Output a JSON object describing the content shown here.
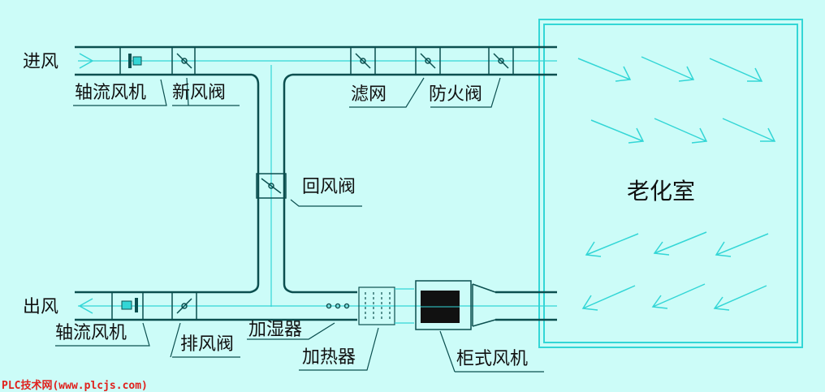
{
  "diagram": {
    "title": "老化室通风系统示意图",
    "room_label": "老化室",
    "inlet_label": "进风",
    "outlet_label": "出风",
    "components": {
      "top_axial_fan": "轴流风机",
      "fresh_air_damper": "新风阀",
      "filter": "滤网",
      "fire_damper": "防火阀",
      "return_damper": "回风阀",
      "bottom_axial_fan": "轴流风机",
      "exhaust_damper": "排风阀",
      "humidifier": "加湿器",
      "heater": "加热器",
      "cabinet_fan": "柜式风机"
    },
    "colors": {
      "background": "#ccfcf8",
      "duct": "#0b4f4f",
      "airflow": "#33d6d6",
      "watermark": "#e0201c"
    }
  },
  "watermark": "PLC技术网(www.plcjs.com)"
}
